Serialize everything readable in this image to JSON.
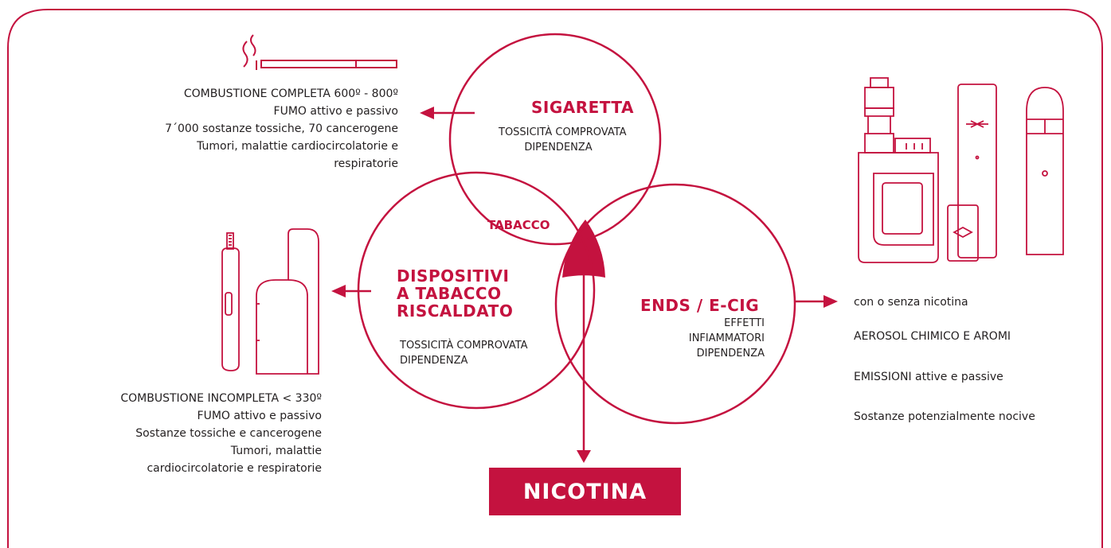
{
  "sigaretta": {
    "title": "SIGARETTA",
    "lines": [
      "TOSSICITÀ COMPROVATA",
      "DIPENDENZA"
    ]
  },
  "dispositivi": {
    "title_lines": [
      "DISPOSITIVI",
      "A TABACCO",
      "RISCALDATO"
    ],
    "lines": [
      "TOSSICITÀ COMPROVATA",
      "DIPENDENZA"
    ]
  },
  "ends": {
    "title": "ENDS / E-CIG",
    "lines": [
      "EFFETTI",
      "INFIAMMATORI",
      "DIPENDENZA"
    ]
  },
  "tabacco_label": "TABACCO",
  "nicotina_label": "NICOTINA",
  "cigarette_notes": [
    "COMBUSTIONE COMPLETA 600º - 800º",
    "FUMO attivo e passivo",
    "7´000 sostanze tossiche, 70 cancerogene",
    "Tumori, malattie cardiocircolatorie e",
    "respiratorie"
  ],
  "heated_notes": [
    "COMBUSTIONE INCOMPLETA < 330º",
    "FUMO attivo e passivo",
    "Sostanze tossiche e cancerogene",
    "Tumori, malattie",
    "cardiocircolatorie e respiratorie"
  ],
  "ecig_notes": [
    "con o senza nicotina",
    "AEROSOL CHIMICO E AROMI",
    "EMISSIONI attive e passive",
    "Sostanze potenzialmente nocive"
  ],
  "colors": {
    "accent": "#c4123f",
    "text": "#231f20",
    "background": "#ffffff"
  },
  "icons": [
    "cigarette-icon",
    "smoke-icon",
    "heated-tobacco-device-icon",
    "vape-kit-icon",
    "pod-device-icon"
  ]
}
